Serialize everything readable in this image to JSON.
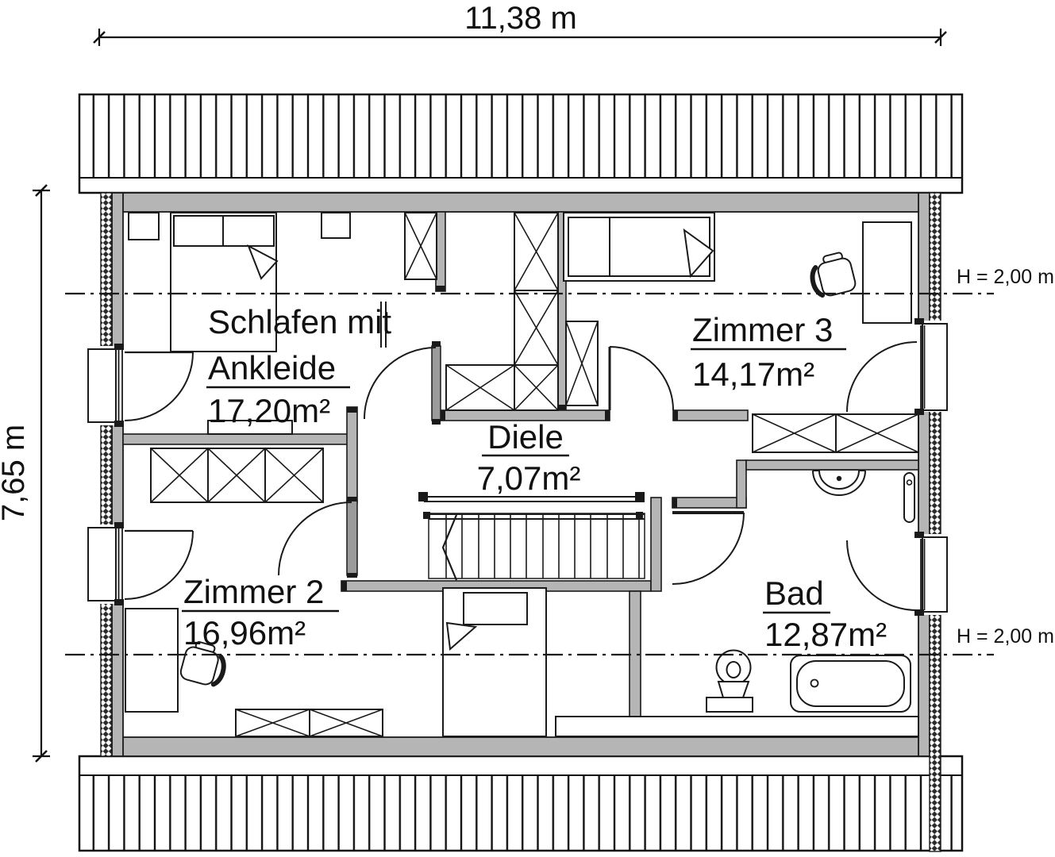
{
  "plan": {
    "type": "attic floor plan",
    "dimensions": {
      "width_label": "11,38 m",
      "height_label": "7,65 m"
    },
    "height_markers": {
      "upper": "H = 2,00 m",
      "lower": "H = 2,00 m"
    },
    "rooms": {
      "schlafen": {
        "name_line1": "Schlafen mit",
        "name_line2": "Ankleide",
        "area": "17,20m²"
      },
      "zimmer3": {
        "name": "Zimmer 3",
        "area": "14,17m²"
      },
      "diele": {
        "name": "Diele",
        "area": "7,07m²"
      },
      "zimmer2": {
        "name": "Zimmer 2",
        "area": "16,96m²"
      },
      "bad": {
        "name": "Bad",
        "area": "12,87m²"
      }
    },
    "colors": {
      "wall": "#b5b5b5",
      "door_leaf": "#9b9b9b",
      "line": "#1a1a1a",
      "background": "#ffffff"
    }
  }
}
